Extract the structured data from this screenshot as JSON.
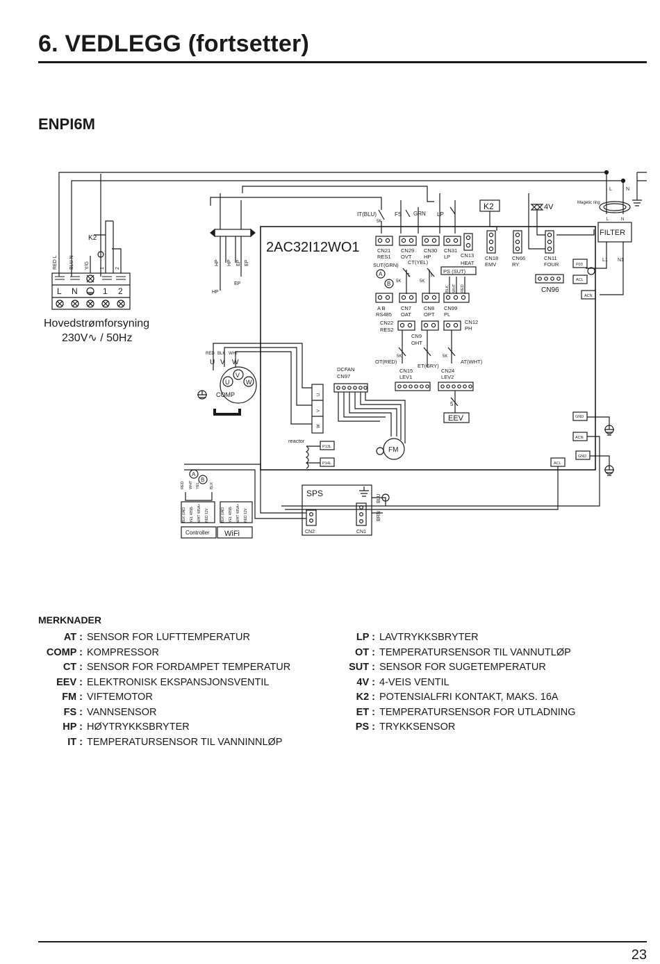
{
  "header": {
    "title": "6. VEDLEGG (fortsetter)",
    "model": "ENPI6M"
  },
  "diagram": {
    "board": "2AC32I12WO1",
    "power_label": "Hovedstrømforsyning",
    "power_spec": "230V∿ / 50Hz",
    "terminal_wires": [
      "RED L",
      "BLU N",
      "Y/G",
      "1",
      "2"
    ],
    "terminal_labels": [
      "L",
      "N",
      "1",
      "2"
    ],
    "k2_small": "K2",
    "hp_pins": [
      "HP",
      "HP",
      "EP",
      "EP"
    ],
    "hp_switch": "HP",
    "ep_switch": "EP",
    "comp": {
      "name": "COMP",
      "wires": [
        "RED",
        "BLK",
        "WHT"
      ],
      "phases": [
        "U",
        "V",
        "W"
      ]
    },
    "top_sensors": {
      "it": "IT(BLU)",
      "it_5k": "5K",
      "fs": "FS",
      "grn": "GRN",
      "lp": "LP"
    },
    "k2_box": "K2",
    "valve_4v": "4V",
    "magnetic_ring": "Magetic ring",
    "filter": "FILTER",
    "ln_top": [
      "L",
      "N"
    ],
    "ln_filter": [
      "L",
      "N"
    ],
    "l1n1": [
      "L1",
      "N1"
    ],
    "connectors": {
      "cn21": [
        "CN21",
        "RES1"
      ],
      "cn29": [
        "CN29",
        "OVT"
      ],
      "cn30": [
        "CN30",
        "HP"
      ],
      "cn31": [
        "CN31",
        "LP"
      ],
      "cn13": [
        "CN13",
        "HEAT"
      ],
      "cn18": [
        "CN18",
        "EMV"
      ],
      "cn66": [
        "CN66",
        "RY"
      ],
      "cn11": [
        "CN11",
        "FOUR"
      ],
      "cn96": "CN96",
      "cn7": [
        "CN7",
        "OAT"
      ],
      "cn8": [
        "CN8",
        "OPT"
      ],
      "cn99": [
        "CN99",
        "PL"
      ],
      "cn12": [
        "CN12",
        "PH"
      ],
      "cn22": [
        "CN22",
        "RES2"
      ],
      "cn9": [
        "CN9",
        "OHT"
      ],
      "cn15": [
        "CN15",
        "LEV1"
      ],
      "cn24": [
        "CN24",
        "LEV2"
      ],
      "cn97": [
        "DCFAN",
        "CN97"
      ],
      "rs485": [
        "A  B",
        "RS485"
      ]
    },
    "sut_grn": "SUT(GRN)",
    "ct_yel": "CT(YEL)",
    "ps_sut": "PS  (SUT)",
    "ps_wires": [
      "BLK",
      "WHT",
      "RED"
    ],
    "ab": [
      "A",
      "B"
    ],
    "five_k": "5K",
    "ot_red": "OT(RED)",
    "et_gry": "ET(GRY)",
    "at_wht": "AT(WHT)",
    "t": "t",
    "uvw_board": [
      "U",
      "V",
      "W"
    ],
    "eev": "EEV",
    "eev_num": "5",
    "fm": "FM",
    "reactor": "reactor",
    "p13l": "P13L",
    "p14l": "P14L",
    "right_tags": [
      "P03",
      "ACL",
      "ACN",
      "GND",
      "ACN",
      "GND",
      "ACL"
    ],
    "sps": {
      "name": "SPS",
      "cn2": "CN2",
      "cn1": "CN1",
      "wires": [
        "BLU",
        "BRN"
      ]
    },
    "controller": {
      "label": "Controller",
      "wires": [
        "BLK GND",
        "YEL 485B-",
        "WHT 485A+",
        "RED 12V"
      ]
    },
    "wifi": {
      "label": "WiFi",
      "wires": [
        "BLK GND",
        "YEL 485B-",
        "WHT 485A+",
        "RED 12V"
      ]
    },
    "ctl_ab": [
      "A",
      "B"
    ],
    "ctl_wires": [
      "RED",
      "WHT",
      "YEL",
      "BLK"
    ]
  },
  "notes": {
    "heading": "MERKNADER",
    "left": [
      {
        "key": "AT :",
        "value": "SENSOR FOR LUFTTEMPERATUR"
      },
      {
        "key": "COMP :",
        "value": "KOMPRESSOR"
      },
      {
        "key": "CT :",
        "value": "SENSOR FOR FORDAMPET TEMPERATUR"
      },
      {
        "key": "EEV :",
        "value": "ELEKTRONISK EKSPANSJONSVENTIL"
      },
      {
        "key": "FM :",
        "value": "VIFTEMOTOR"
      },
      {
        "key": "FS :",
        "value": "VANNSENSOR"
      },
      {
        "key": "HP :",
        "value": "HØYTRYKKSBRYTER"
      },
      {
        "key": "IT :",
        "value": "TEMPERATURSENSOR TIL VANNINNLØP"
      }
    ],
    "right": [
      {
        "key": "LP :",
        "value": "LAVTRYKKSBRYTER"
      },
      {
        "key": "OT :",
        "value": "TEMPERATURSENSOR TIL VANNUTLØP"
      },
      {
        "key": "SUT :",
        "value": "SENSOR FOR SUGETEMPERATUR"
      },
      {
        "key": "4V :",
        "value": "4-VEIS VENTIL"
      },
      {
        "key": "K2 :",
        "value": "POTENSIALFRI KONTAKT, MAKS. 16A"
      },
      {
        "key": "ET :",
        "value": "TEMPERATURSENSOR FOR UTLADNING"
      },
      {
        "key": "PS :",
        "value": "TRYKKSENSOR"
      }
    ]
  },
  "footer": {
    "page": "23"
  }
}
